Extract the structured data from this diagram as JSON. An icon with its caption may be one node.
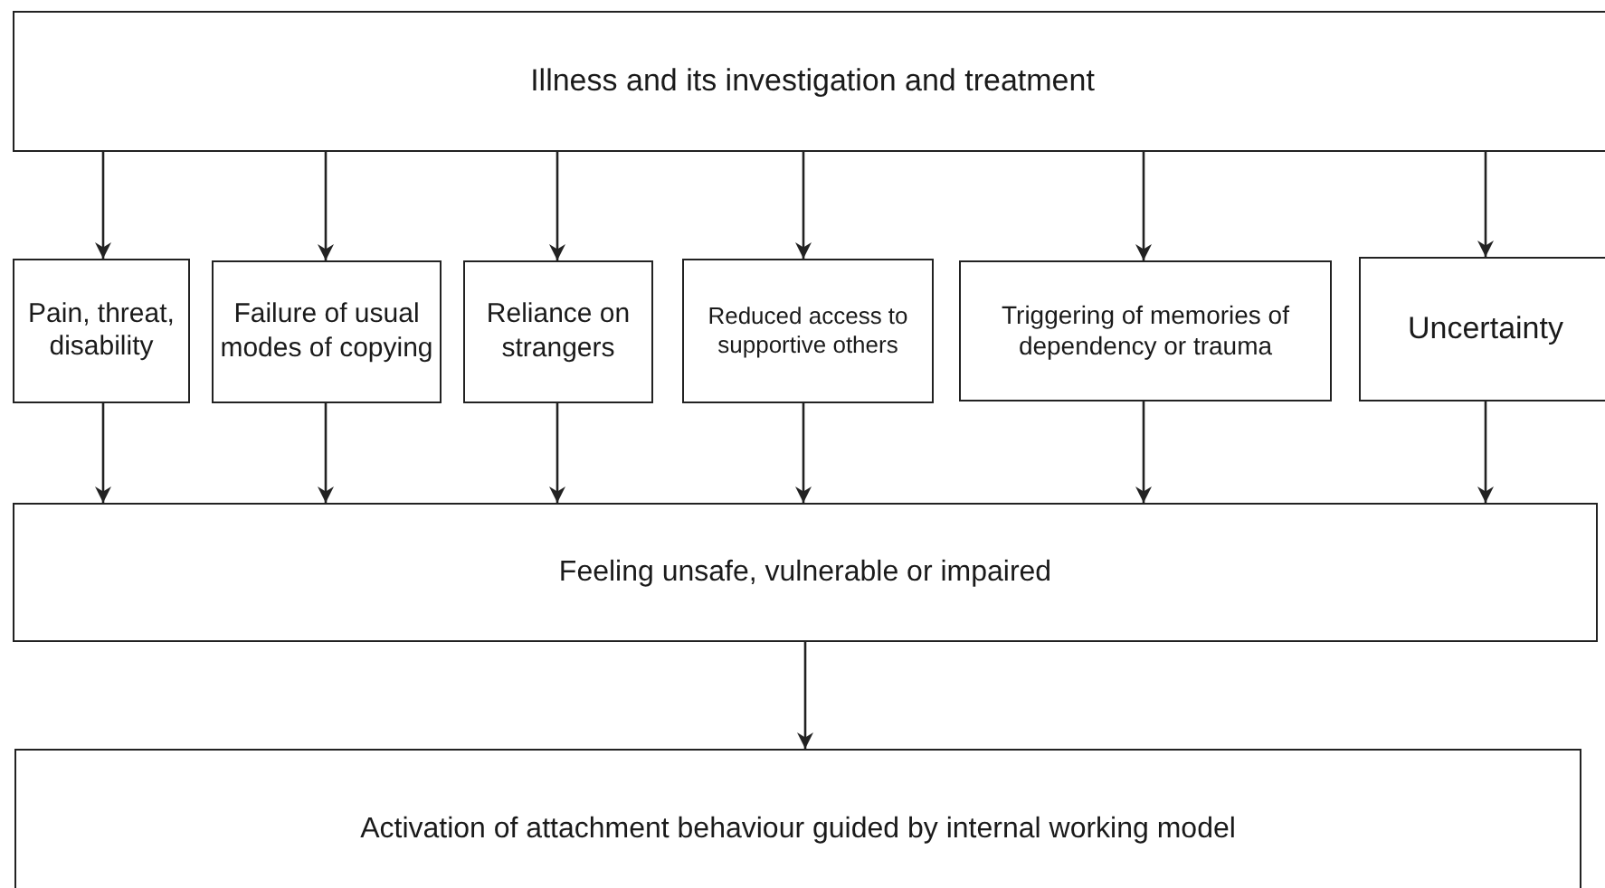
{
  "diagram": {
    "nodes": [
      {
        "text": [
          "Illness and its investigation and treatment"
        ]
      },
      {
        "text": [
          "Pain, threat, disability"
        ]
      },
      {
        "text": [
          "Failure of usual modes of copying"
        ]
      },
      {
        "text": [
          "Reliance on strangers"
        ]
      },
      {
        "text": [
          "Reduced access to supportive others"
        ]
      },
      {
        "text": [
          "Triggering of memories of dependency or trauma"
        ]
      },
      {
        "text": [
          "Uncertainty"
        ]
      },
      {
        "text": [
          "Feeling unsafe, vulnerable or impaired"
        ]
      },
      {
        "text": [
          "Activation of attachment behaviour guided by internal working model"
        ]
      }
    ],
    "edges": [
      {
        "from": 0,
        "to": 1,
        "arrow": "to"
      },
      {
        "from": 0,
        "to": 2,
        "arrow": "to"
      },
      {
        "from": 0,
        "to": 3,
        "arrow": "to"
      },
      {
        "from": 0,
        "to": 4,
        "arrow": "to"
      },
      {
        "from": 0,
        "to": 5,
        "arrow": "to"
      },
      {
        "from": 0,
        "to": 6,
        "arrow": "to"
      },
      {
        "from": 1,
        "to": 7,
        "arrow": "to"
      },
      {
        "from": 2,
        "to": 7,
        "arrow": "to"
      },
      {
        "from": 3,
        "to": 7,
        "arrow": "to"
      },
      {
        "from": 4,
        "to": 7,
        "arrow": "to"
      },
      {
        "from": 5,
        "to": 7,
        "arrow": "to"
      },
      {
        "from": 6,
        "to": 7,
        "arrow": "to"
      },
      {
        "from": 7,
        "to": 8,
        "arrow": "to"
      }
    ]
  }
}
